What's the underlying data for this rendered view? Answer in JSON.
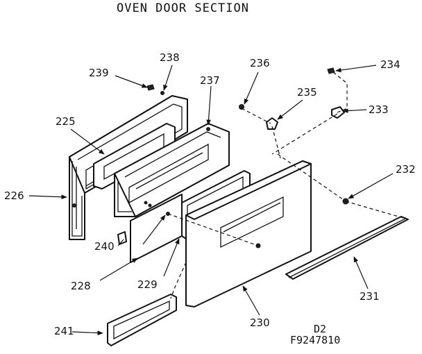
{
  "title": "OVEN DOOR SECTION",
  "drawing_code": "D2",
  "drawing_number": "F9247810",
  "part_labels": {
    "p225": "225",
    "p226": "226",
    "p228": "228",
    "p229": "229",
    "p230": "230",
    "p231": "231",
    "p232": "232",
    "p233": "233",
    "p234": "234",
    "p235": "235",
    "p236": "236",
    "p237": "237",
    "p238": "238",
    "p239": "239",
    "p240": "240",
    "p241": "241"
  }
}
